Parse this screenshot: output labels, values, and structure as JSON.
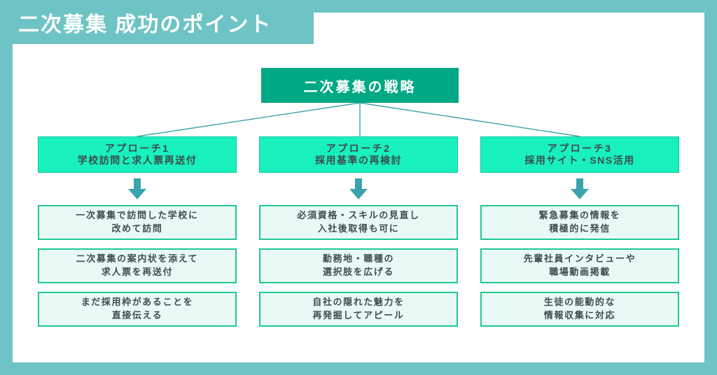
{
  "banner": {
    "title": "二次募集 成功のポイント"
  },
  "strategy": {
    "title": "二次募集の戦略"
  },
  "colors": {
    "frame": "#6ec4c4",
    "banner": "#6ec4c4",
    "strategy_box": "#00a885",
    "approach_head": "#18f0be",
    "card_fill": "#e9f9f6",
    "card_border": "#1fc894",
    "arrow": "#3ba3ae",
    "connector": "#3ba3ae",
    "text_dark": "#3e4e4e",
    "text_light": "#ffffff"
  },
  "icons": {
    "arrow": "down-arrow-icon"
  },
  "columns": [
    {
      "head_line1": "アプローチ1",
      "head_line2": "学校訪問と求人票再送付",
      "cards": [
        {
          "line1": "一次募集で訪問した学校に",
          "line2": "改めて訪問"
        },
        {
          "line1": "二次募集の案内状を添えて",
          "line2": "求人票を再送付"
        },
        {
          "line1": "まだ採用枠があることを",
          "line2": "直接伝える"
        }
      ]
    },
    {
      "head_line1": "アプローチ2",
      "head_line2": "採用基準の再検討",
      "cards": [
        {
          "line1": "必須資格・スキルの見直し",
          "line2": "入社後取得も可に"
        },
        {
          "line1": "勤務地・職種の",
          "line2": "選択肢を広げる"
        },
        {
          "line1": "自社の隠れた魅力を",
          "line2": "再発掘してアピール"
        }
      ]
    },
    {
      "head_line1": "アプローチ3",
      "head_line2": "採用サイト・SNS活用",
      "cards": [
        {
          "line1": "緊急募集の情報を",
          "line2": "積極的に発信"
        },
        {
          "line1": "先輩社員インタビューや",
          "line2": "職場動画掲載"
        },
        {
          "line1": "生徒の能動的な",
          "line2": "情報収集に対応"
        }
      ]
    }
  ]
}
